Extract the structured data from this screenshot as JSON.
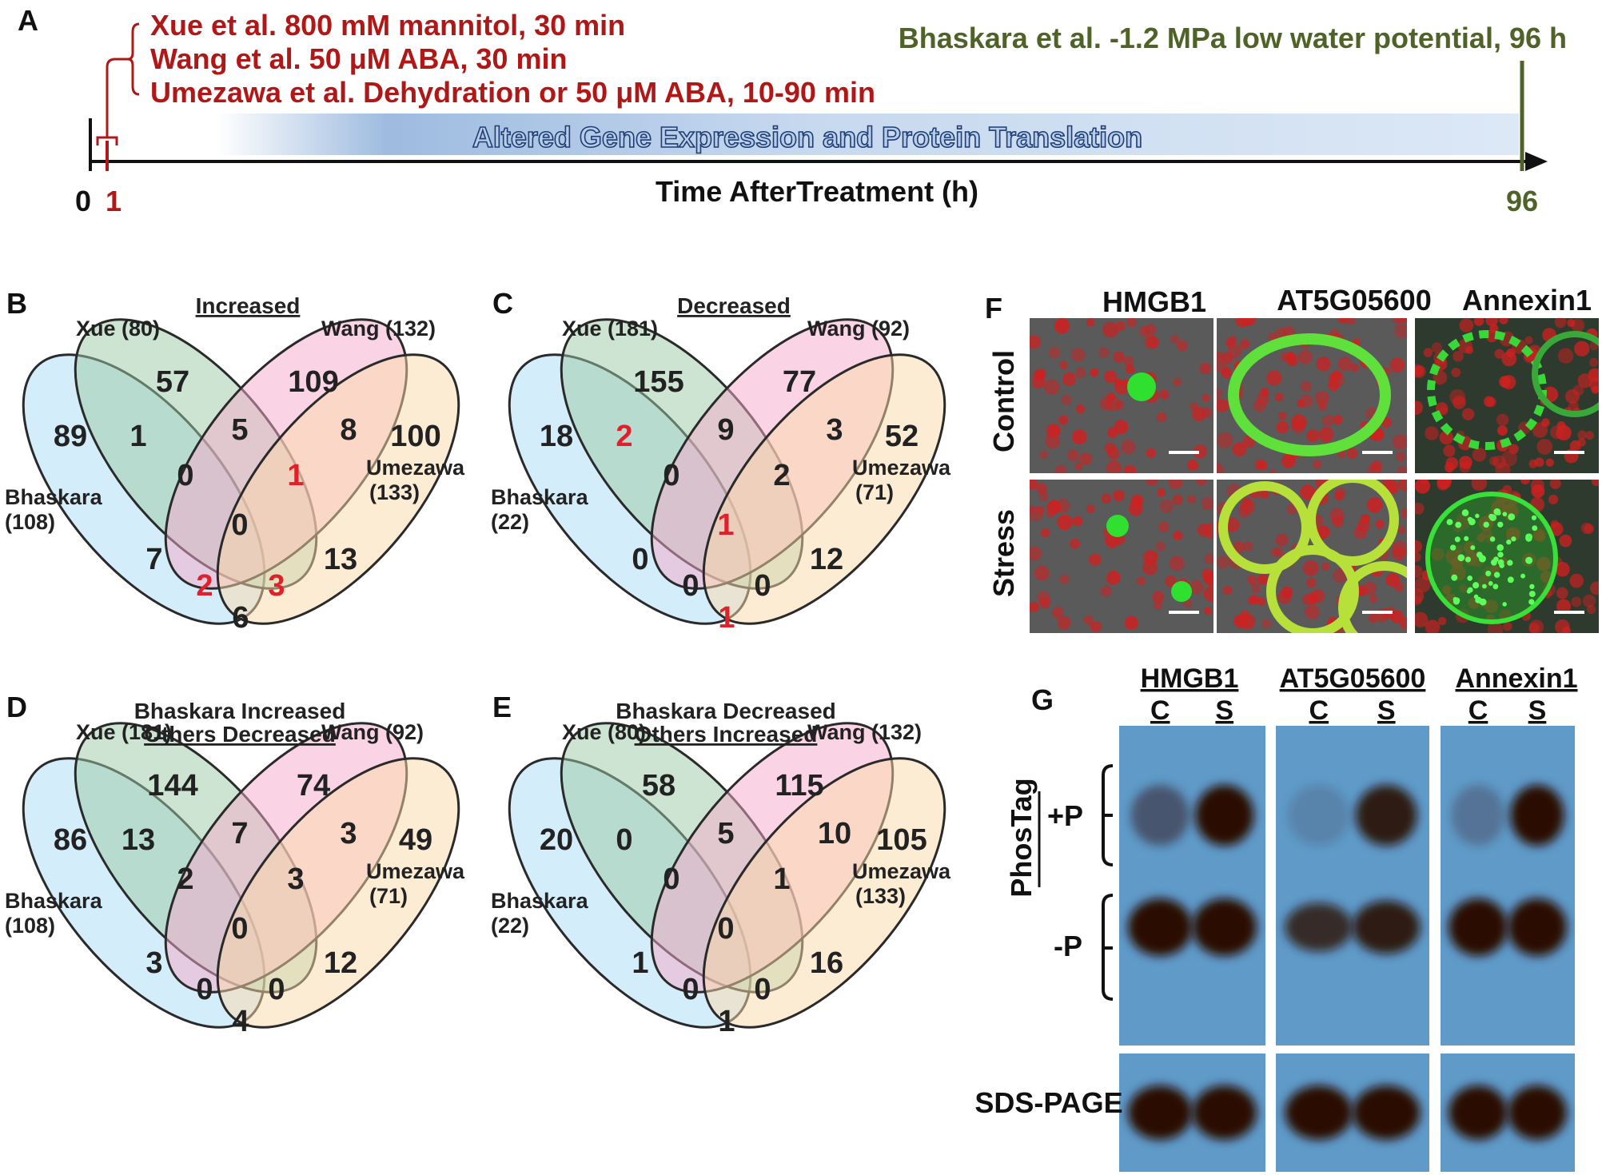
{
  "panel_a": {
    "label": "A",
    "studies": [
      "Xue et al.  800 mM mannitol, 30 min",
      "Wang et al. 50 μM ABA, 30 min",
      "Umezawa et al. Dehydration or 50 μM ABA, 10-90 min"
    ],
    "bhaskara": "Bhaskara et al.  -1.2 MPa low water potential, 96 h",
    "band_text": "Altered Gene Expression and Protein Translation",
    "axis_title": "Time AfterTreatment (h)",
    "tick_0": "0",
    "tick_1": "1",
    "tick_96": "96",
    "colors": {
      "early": "#b01818",
      "late": "#4f6228",
      "band": "#a8c3e4"
    }
  },
  "venns": [
    {
      "id": "B",
      "label": "B",
      "title": "Increased",
      "title2": "",
      "sets": {
        "xue": "Xue (80)",
        "wang": "Wang (132)",
        "umezawa": "Umezawa",
        "umezawa_n": "(133)",
        "bhaskara": "Bhaskara",
        "bhaskara_n": "(108)"
      },
      "values": {
        "b_only": "89",
        "x_only": "57",
        "w_only": "109",
        "u_only": "100",
        "bx": "1",
        "xw": "5",
        "wu": "8",
        "bxw": "0",
        "xwu": "1",
        "bxwu": "0",
        "bw": "7",
        "xu": "13",
        "bwu": "2",
        "bxu": "3",
        "bu": "6"
      },
      "red": [
        "xwu",
        "bwu",
        "bxu"
      ]
    },
    {
      "id": "C",
      "label": "C",
      "title": "Decreased",
      "title2": "",
      "sets": {
        "xue": "Xue (181)",
        "wang": "Wang (92)",
        "umezawa": "Umezawa",
        "umezawa_n": "(71)",
        "bhaskara": "Bhaskara",
        "bhaskara_n": "(22)"
      },
      "values": {
        "b_only": "18",
        "x_only": "155",
        "w_only": "77",
        "u_only": "52",
        "bx": "2",
        "xw": "9",
        "wu": "3",
        "bxw": "0",
        "xwu": "2",
        "bxwu": "1",
        "bw": "0",
        "xu": "12",
        "bwu": "0",
        "bxu": "0",
        "bu": "1"
      },
      "red": [
        "bx",
        "bxwu",
        "bu"
      ]
    },
    {
      "id": "D",
      "label": "D",
      "title": "Bhaskara Increased",
      "title2": "Others Decreased",
      "sets": {
        "xue": "Xue (181)",
        "wang": "Wang (92)",
        "umezawa": "Umezawa",
        "umezawa_n": "(71)",
        "bhaskara": "Bhaskara",
        "bhaskara_n": "(108)"
      },
      "values": {
        "b_only": "86",
        "x_only": "144",
        "w_only": "74",
        "u_only": "49",
        "bx": "13",
        "xw": "7",
        "wu": "3",
        "bxw": "2",
        "xwu": "3",
        "bxwu": "0",
        "bw": "3",
        "xu": "12",
        "bwu": "0",
        "bxu": "0",
        "bu": "4"
      },
      "red": []
    },
    {
      "id": "E",
      "label": "E",
      "title": "Bhaskara Decreased",
      "title2": "Others Increased",
      "sets": {
        "xue": "Xue (80)",
        "wang": "Wang (132)",
        "umezawa": "Umezawa",
        "umezawa_n": "(133)",
        "bhaskara": "Bhaskara",
        "bhaskara_n": "(22)"
      },
      "values": {
        "b_only": "20",
        "x_only": "58",
        "w_only": "115",
        "u_only": "105",
        "bx": "0",
        "xw": "5",
        "wu": "10",
        "bxw": "0",
        "xwu": "1",
        "bxwu": "0",
        "bw": "1",
        "xu": "16",
        "bwu": "0",
        "bxu": "0",
        "bu": "1"
      },
      "red": []
    }
  ],
  "venn_colors": {
    "bhaskara": "#a9dcf5",
    "xue": "#9ccaa6",
    "wang": "#f5a9c9",
    "umezawa": "#fbd9aa"
  },
  "panel_f": {
    "label": "F",
    "columns": [
      "HMGB1",
      "AT5G05600",
      "Annexin1"
    ],
    "rows": [
      "Control",
      "Stress"
    ]
  },
  "panel_g": {
    "label": "G",
    "proteins": [
      "HMGB1",
      "AT5G05600",
      "Annexin1"
    ],
    "lanes": [
      "C",
      "S"
    ],
    "phostag": "PhosTag",
    "plus_p": "+P",
    "minus_p": "-P",
    "sds": "SDS-PAGE"
  }
}
